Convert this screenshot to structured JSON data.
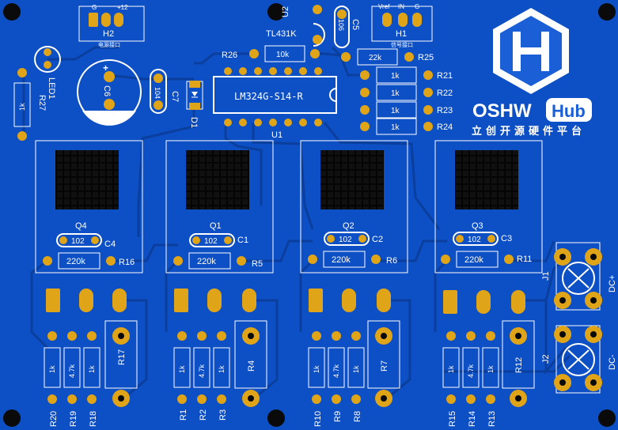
{
  "board": {
    "background": "#0d4fc4",
    "trace_color": "#0b3f9e",
    "pad_color": "#e0a418",
    "silk_color": "#ffffff",
    "logo_color": "#1a5fd6"
  },
  "logo": {
    "brand_oshw": "OSHW",
    "brand_hub": "Hub",
    "tagline": "立创开源硬件平台"
  },
  "headers": {
    "h2": {
      "ref": "H2",
      "pin_left": "G",
      "pin_right": "+12",
      "note": "电源接口"
    },
    "h1": {
      "ref": "H1",
      "pin_left": "Vref",
      "pin_mid": "IN",
      "pin_right": "G",
      "note": "信号接口"
    }
  },
  "ic": {
    "ref": "U1",
    "part": "LM324G-S14-R"
  },
  "regulator": {
    "ref": "U2",
    "part": "TL431K"
  },
  "caps": {
    "c5": "C5",
    "c5_val": "106",
    "c6": "C6",
    "c7": "C7",
    "c7_val": "104",
    "c1": "C1",
    "c2": "C2",
    "c3": "C3",
    "c4": "C4",
    "small_val": "102"
  },
  "diodes": {
    "d1": "D1",
    "led1": "LED1"
  },
  "resistors": {
    "r26": "R26",
    "r26_val": "10k",
    "r25": "R25",
    "r25_val": "22k",
    "r21": "R21",
    "r22": "R22",
    "r23": "R23",
    "r24": "R24",
    "r27": "R27",
    "val_1k": "1k",
    "val_47k": "4.7k",
    "val_220k": "220k",
    "r16": "R16",
    "r5": "R5",
    "r6": "R6",
    "r11": "R11",
    "r17": "R17",
    "r4": "R4",
    "r7": "R7",
    "r12": "R12",
    "r20": "R20",
    "r19": "R19",
    "r18": "R18",
    "r1": "R1",
    "r2": "R2",
    "r3": "R3",
    "r10": "R10",
    "r9": "R9",
    "r8": "R8",
    "r15": "R15",
    "r14": "R14",
    "r13": "R13"
  },
  "transistors": {
    "q1": "Q1",
    "q2": "Q2",
    "q3": "Q3",
    "q4": "Q4"
  },
  "connectors": {
    "j1": "J1",
    "j1_label": "DC+",
    "j2": "J2",
    "j2_label": "DC-"
  }
}
